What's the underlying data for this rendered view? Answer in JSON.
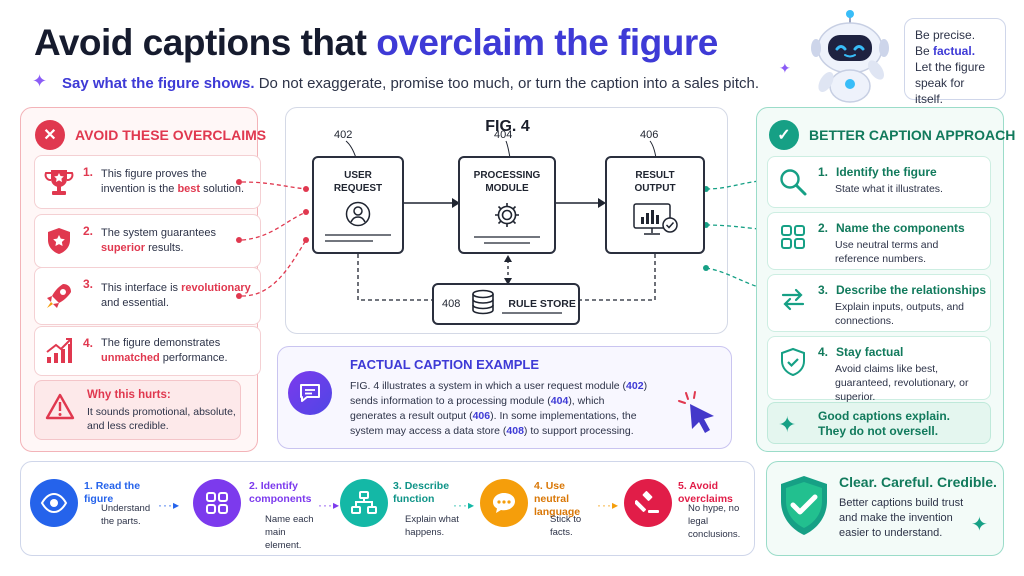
{
  "header": {
    "title_part1": "Avoid captions that ",
    "title_accent": "overclaim the figure",
    "subtitle_lead": "Say what the figure shows.",
    "subtitle_rest": " Do not exaggerate, promise too much, or turn the caption into a sales pitch."
  },
  "bubble": {
    "line1": "Be precise.",
    "line2_pre": "Be ",
    "line2_bold": "factual.",
    "line3": "Let the figure",
    "line4": "speak for itself."
  },
  "avoid": {
    "heading": "AVOID THESE OVERCLAIMS",
    "items": [
      {
        "num": "1.",
        "pre": "This figure proves the invention is the ",
        "bold": "best",
        "post": " solution."
      },
      {
        "num": "2.",
        "pre": "The system guarantees ",
        "bold": "superior",
        "post": " results."
      },
      {
        "num": "3.",
        "pre": "This interface is ",
        "bold": "revolutionary",
        "post": " and essential."
      },
      {
        "num": "4.",
        "pre": "The figure demonstrates ",
        "bold": "unmatched",
        "post": " performance."
      }
    ],
    "why_title": "Why this hurts:",
    "why_text": "It sounds promotional, absolute, and less credible."
  },
  "figure": {
    "title": "FIG. 4",
    "boxes": [
      {
        "ref": "402",
        "label1": "USER",
        "label2": "REQUEST"
      },
      {
        "ref": "404",
        "label1": "PROCESSING",
        "label2": "MODULE"
      },
      {
        "ref": "406",
        "label1": "RESULT",
        "label2": "OUTPUT"
      }
    ],
    "store": {
      "ref": "408",
      "label": "RULE STORE"
    }
  },
  "better": {
    "heading": "BETTER CAPTION APPROACH",
    "items": [
      {
        "num": "1.",
        "title": "Identify the figure",
        "body": "State what it illustrates."
      },
      {
        "num": "2.",
        "title": "Name the components",
        "body": "Use neutral terms and reference numbers."
      },
      {
        "num": "3.",
        "title": "Describe the relationships",
        "body": "Explain inputs, outputs, and connections."
      },
      {
        "num": "4.",
        "title": "Stay factual",
        "body": "Avoid claims like best, guaranteed, revolutionary, or superior."
      }
    ],
    "footer_line1": "Good captions explain.",
    "footer_line2": "They do not oversell."
  },
  "caption_example": {
    "heading": "FACTUAL CAPTION EXAMPLE",
    "t1": "FIG. 4 illustrates a system in which a user request module (",
    "n1": "402",
    "t2": ") sends information to a processing module (",
    "n2": "404",
    "t3": "), which generates a result output (",
    "n3": "406",
    "t4": "). In some implementations, the system may access a data store (",
    "n4": "408",
    "t5": ") to support processing."
  },
  "steps": [
    {
      "num": "1.",
      "title": "Read the figure",
      "body": "Understand the parts."
    },
    {
      "num": "2.",
      "title": "Identify components",
      "body": "Name each main element."
    },
    {
      "num": "3.",
      "title": "Describe function",
      "body": "Explain what happens."
    },
    {
      "num": "4.",
      "title": "Use neutral language",
      "body": "Stick to facts."
    },
    {
      "num": "5.",
      "title": "Avoid overclaims",
      "body": "No hype, no legal conclusions."
    }
  ],
  "final": {
    "title": "Clear. Careful. Credible.",
    "body": "Better captions build trust and make the invention easier to understand."
  },
  "colors": {
    "accent": "#3e3ad6",
    "danger": "#e0384f",
    "success": "#16a085",
    "step1": "#2563eb",
    "step2": "#7c3aed",
    "step3": "#14b8a6",
    "step4": "#f59e0b",
    "step5": "#e11d48"
  }
}
